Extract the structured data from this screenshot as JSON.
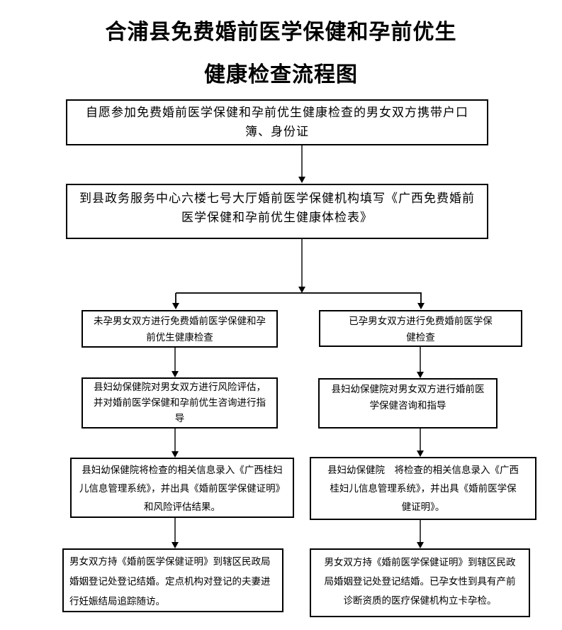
{
  "title": {
    "line1": "合浦县免费婚前医学保健和孕前优生",
    "line2": "健康检查流程图"
  },
  "boxes": {
    "start": "自愿参加免费婚前医学保健和孕前优生健康检查的男女双方携带户口\n簿、身份证",
    "fill_form": "到县政务服务中心六楼七号大厅婚前医学保健机构填写《广西免费婚前\n医学保健和孕前优生健康体检表》",
    "left": [
      "未孕男女双方进行免费婚前医学保健和孕\n前优生健康检查",
      "县妇幼保健院对男女双方进行风险评估，\n并对婚前医学保健和孕前优生咨询进行指\n导",
      "县妇幼保健院将检查的相关信息录入《广西桂妇\n儿信息管理系统》，并出具《婚前医学保健证明》\n和风险评估结果。",
      "男女双方持《婚前医学保健证明》到辖区民政局\n婚姻登记处登记结婚。定点机构对登记的夫妻进\n行妊娠结局追踪随访。"
    ],
    "right": [
      "已孕男女双方进行免费婚前医学保\n健检查",
      "县妇幼保健院对男女双方进行婚前医\n学保健咨询和指导",
      "县妇幼保健院　将检查的相关信息录入《广西\n桂妇儿信息管理系统》，并出具《婚前医学保\n健证明》。",
      "男女双方持《婚前医学保健证明》到辖区民政\n局婚姻登记处登记结婚。已孕女性到具有产前\n诊断资质的医疗保健机构立卡孕检。"
    ]
  },
  "colors": {
    "background": "#ffffff",
    "box_border": "#000000",
    "text": "#000000",
    "connector_line": "#4a4a4a",
    "arrowhead": "#000000"
  }
}
